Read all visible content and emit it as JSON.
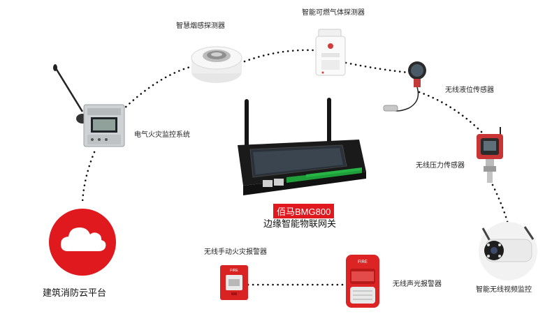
{
  "labels": {
    "smoke_detector": "智慧烟感探测器",
    "gas_detector": "智能可燃气体探测器",
    "level_sensor": "无线液位传感器",
    "electric_fire": "电气火灾监控系统",
    "pressure_sensor": "无线压力传感器",
    "manual_alarm": "无线手动火灾报警器",
    "sound_light_alarm": "无线声光报警器",
    "video_monitor": "智能无线视频监控",
    "cloud_platform": "建筑消防云平台"
  },
  "gateway": {
    "brand": "佰马BMG800",
    "subtitle": "边缘智能物联网关"
  },
  "colors": {
    "accent_red": "#e0191f",
    "dot": "#111111"
  },
  "device_prints": {
    "fire_small": "FIRE",
    "fire_large": "FIRE"
  }
}
